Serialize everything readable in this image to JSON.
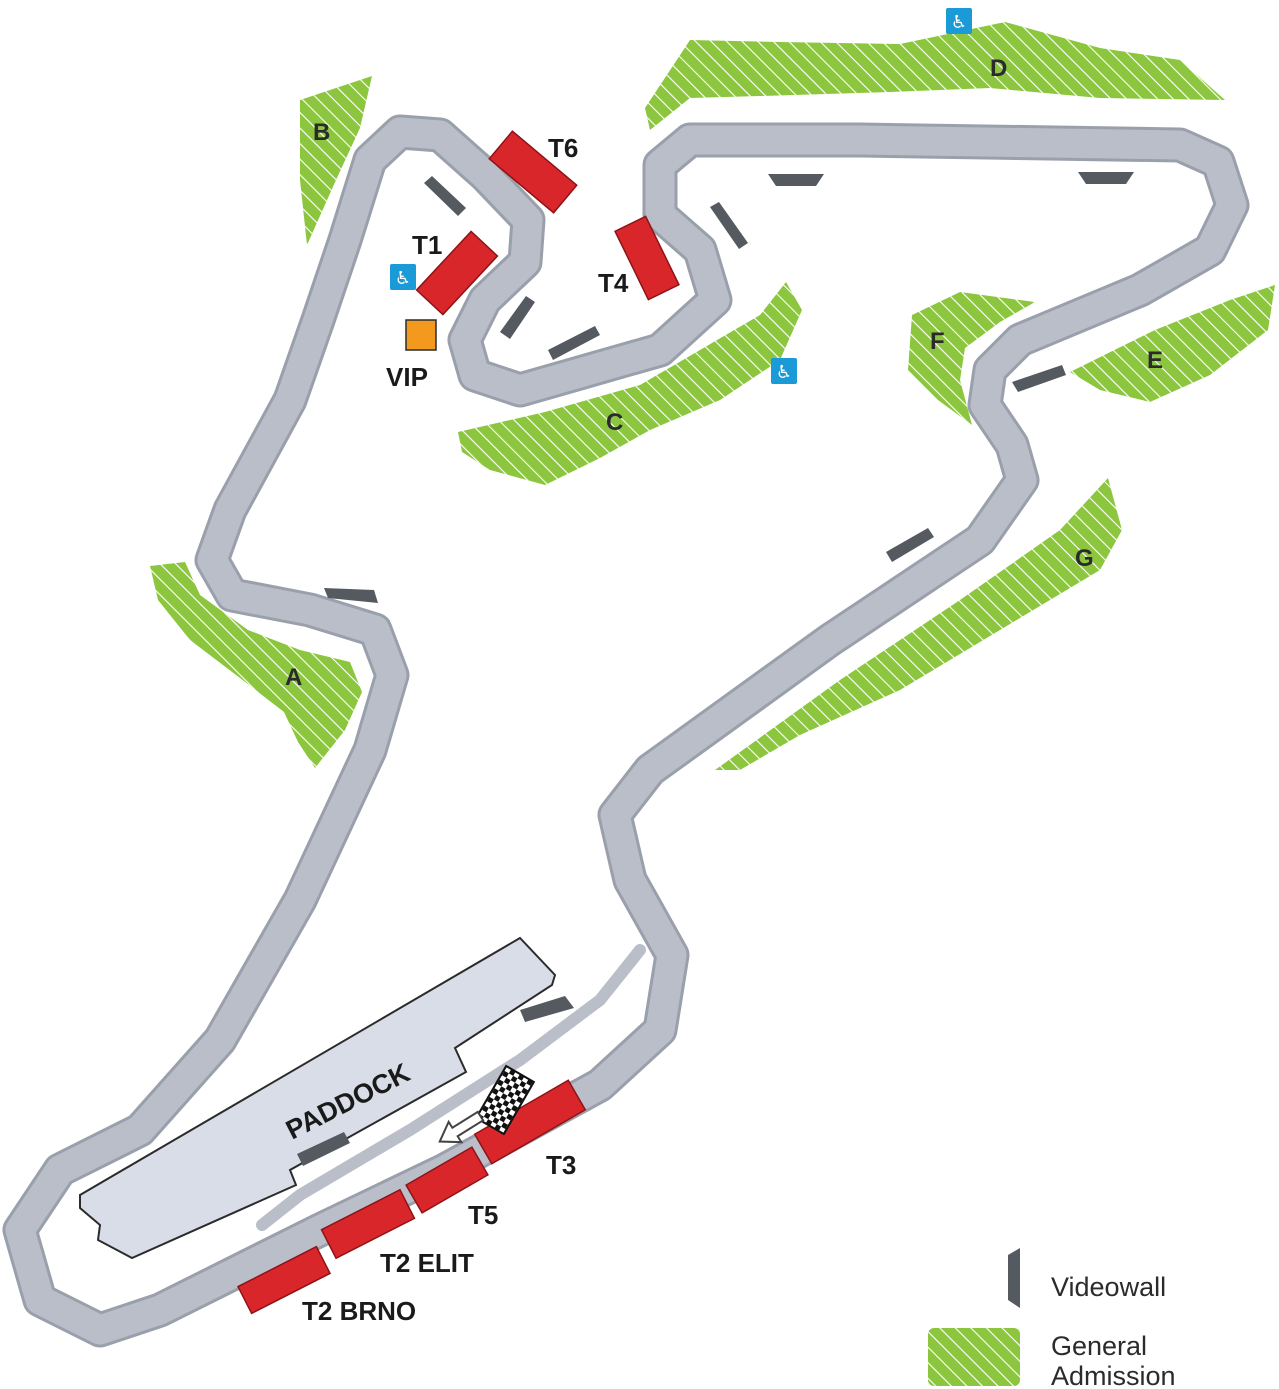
{
  "colors": {
    "track": "#b9bec9",
    "track_edge": "#9aa0ab",
    "paddock_fill": "#d8dde7",
    "paddock_stroke": "#2b2b2b",
    "grandstand": "#d9262b",
    "vip": "#f39a1e",
    "general_admission": "#8cc63f",
    "videowall": "#555a60",
    "accessibility": "#1a9ad6"
  },
  "zones": {
    "a": "A",
    "b": "B",
    "c": "C",
    "d": "D",
    "e": "E",
    "f": "F",
    "g": "G"
  },
  "grandstands": {
    "t1": "T1",
    "t3": "T3",
    "t4": "T4",
    "t5": "T5",
    "t6": "T6",
    "t2_elit": "T2 ELIT",
    "t2_brno": "T2 BRNO"
  },
  "vip_label": "VIP",
  "paddock_label": "PADDOCK",
  "icons": {
    "accessibility": "wheelchair-icon",
    "finish": "checkered-flag-icon",
    "direction": "arrow-left-icon",
    "wheelchair_glyph": "♿"
  },
  "legend": {
    "videowall": "Videowall",
    "general_admission_line1": "General",
    "general_admission_line2": "Admission"
  }
}
